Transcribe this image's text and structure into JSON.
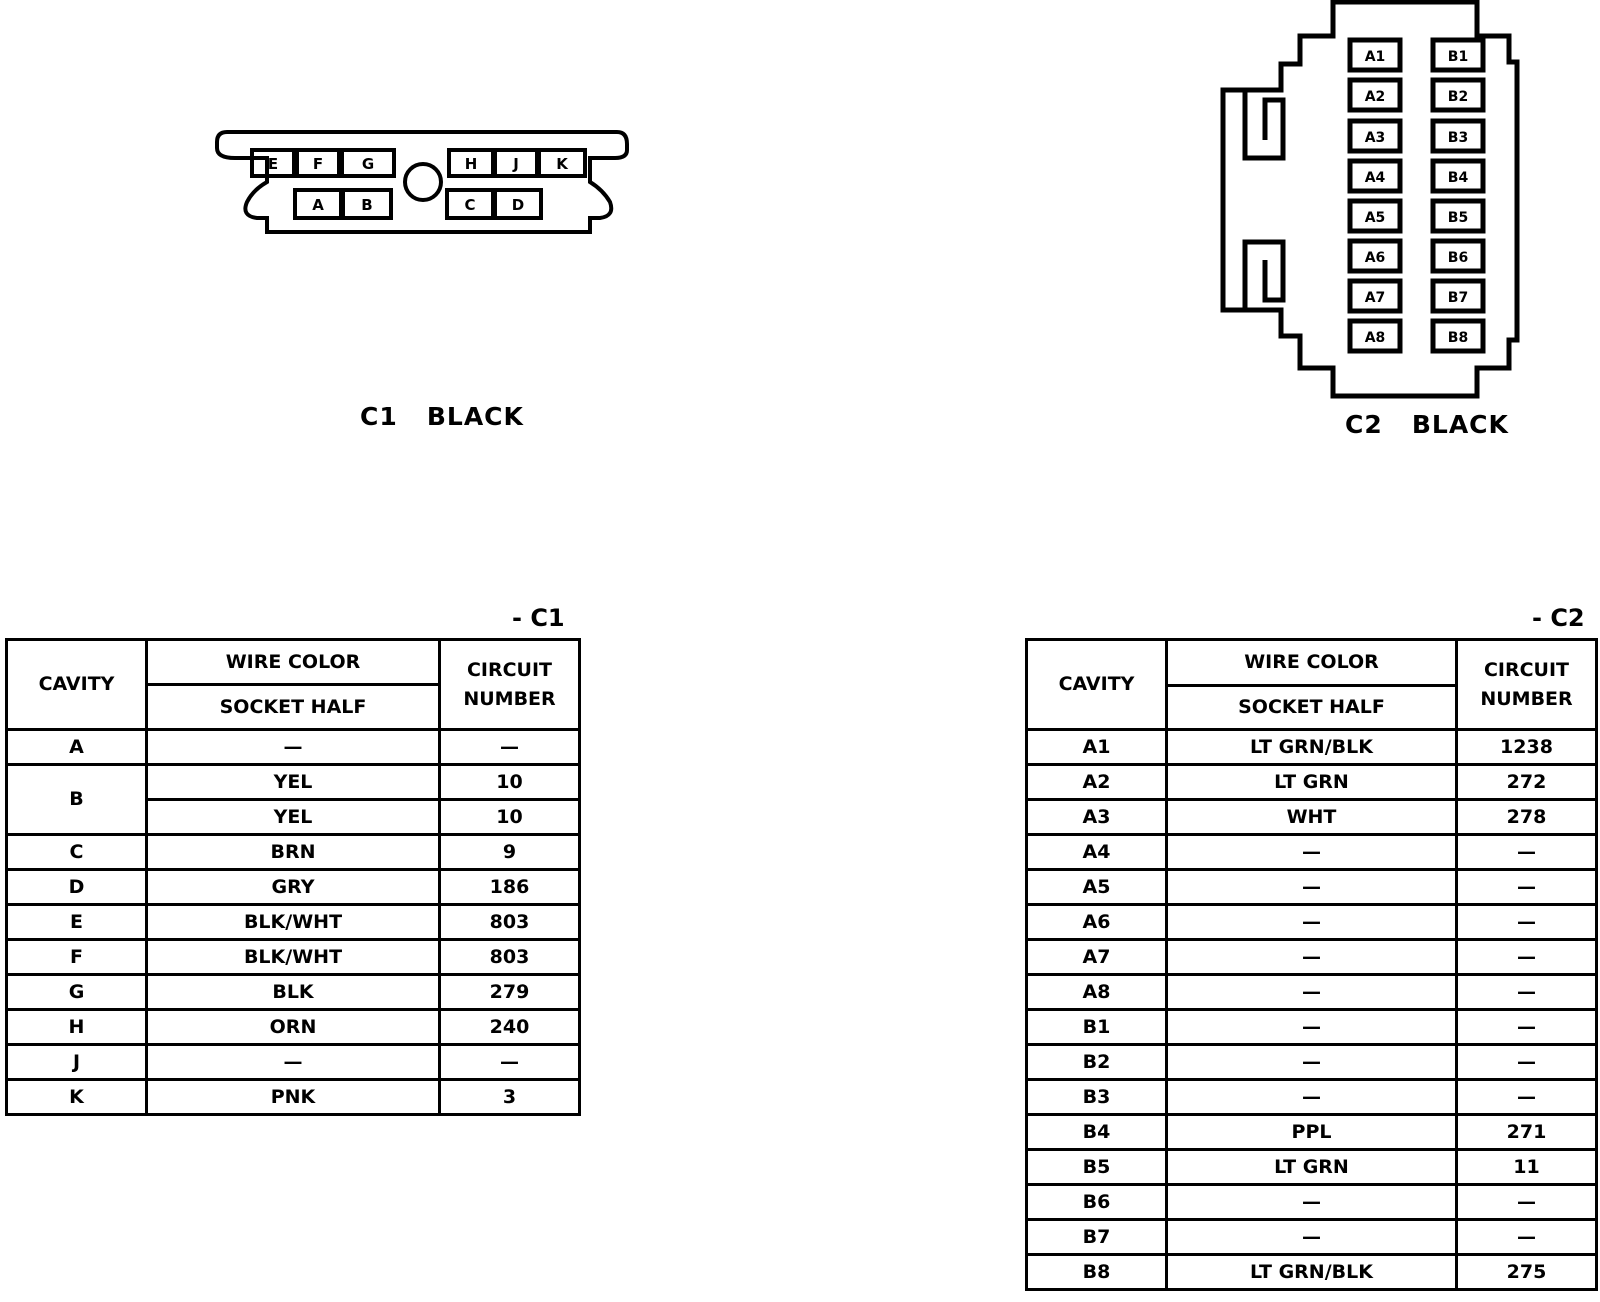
{
  "connectors": {
    "c1": {
      "title": "C1   BLACK",
      "top_row": [
        "E",
        "F",
        "G",
        "H",
        "J",
        "K"
      ],
      "bottom_row": [
        "A",
        "B",
        "C",
        "D"
      ]
    },
    "c2": {
      "title": "C2   BLACK",
      "a_column": [
        "A1",
        "A2",
        "A3",
        "A4",
        "A5",
        "A6",
        "A7",
        "A8"
      ],
      "b_column": [
        "B1",
        "B2",
        "B3",
        "B4",
        "B5",
        "B6",
        "B7",
        "B8"
      ]
    }
  },
  "headers": {
    "cavity": "CAVITY",
    "wire_color": "WIRE COLOR",
    "socket_half": "SOCKET HALF",
    "circuit_line1": "CIRCUIT",
    "circuit_line2": "NUMBER"
  },
  "table_c1": {
    "tag": "- C1",
    "rows": [
      {
        "cavity": "A",
        "color": "—",
        "circuit": "—"
      },
      {
        "cavity": "B",
        "color": "YEL",
        "circuit": "10"
      },
      {
        "cavity": "",
        "color": "YEL",
        "circuit": "10"
      },
      {
        "cavity": "C",
        "color": "BRN",
        "circuit": "9"
      },
      {
        "cavity": "D",
        "color": "GRY",
        "circuit": "186"
      },
      {
        "cavity": "E",
        "color": "BLK/WHT",
        "circuit": "803"
      },
      {
        "cavity": "F",
        "color": "BLK/WHT",
        "circuit": "803"
      },
      {
        "cavity": "G",
        "color": "BLK",
        "circuit": "279"
      },
      {
        "cavity": "H",
        "color": "ORN",
        "circuit": "240"
      },
      {
        "cavity": "J",
        "color": "—",
        "circuit": "—"
      },
      {
        "cavity": "K",
        "color": "PNK",
        "circuit": "3"
      }
    ]
  },
  "table_c2": {
    "tag": "- C2",
    "rows": [
      {
        "cavity": "A1",
        "color": "LT GRN/BLK",
        "circuit": "1238"
      },
      {
        "cavity": "A2",
        "color": "LT GRN",
        "circuit": "272"
      },
      {
        "cavity": "A3",
        "color": "WHT",
        "circuit": "278"
      },
      {
        "cavity": "A4",
        "color": "—",
        "circuit": "—"
      },
      {
        "cavity": "A5",
        "color": "—",
        "circuit": "—"
      },
      {
        "cavity": "A6",
        "color": "—",
        "circuit": "—"
      },
      {
        "cavity": "A7",
        "color": "—",
        "circuit": "—"
      },
      {
        "cavity": "A8",
        "color": "—",
        "circuit": "—"
      },
      {
        "cavity": "B1",
        "color": "—",
        "circuit": "—"
      },
      {
        "cavity": "B2",
        "color": "—",
        "circuit": "—"
      },
      {
        "cavity": "B3",
        "color": "—",
        "circuit": "—"
      },
      {
        "cavity": "B4",
        "color": "PPL",
        "circuit": "271"
      },
      {
        "cavity": "B5",
        "color": "LT GRN",
        "circuit": "11"
      },
      {
        "cavity": "B6",
        "color": "—",
        "circuit": "—"
      },
      {
        "cavity": "B7",
        "color": "—",
        "circuit": "—"
      },
      {
        "cavity": "B8",
        "color": "LT GRN/BLK",
        "circuit": "275"
      }
    ]
  }
}
